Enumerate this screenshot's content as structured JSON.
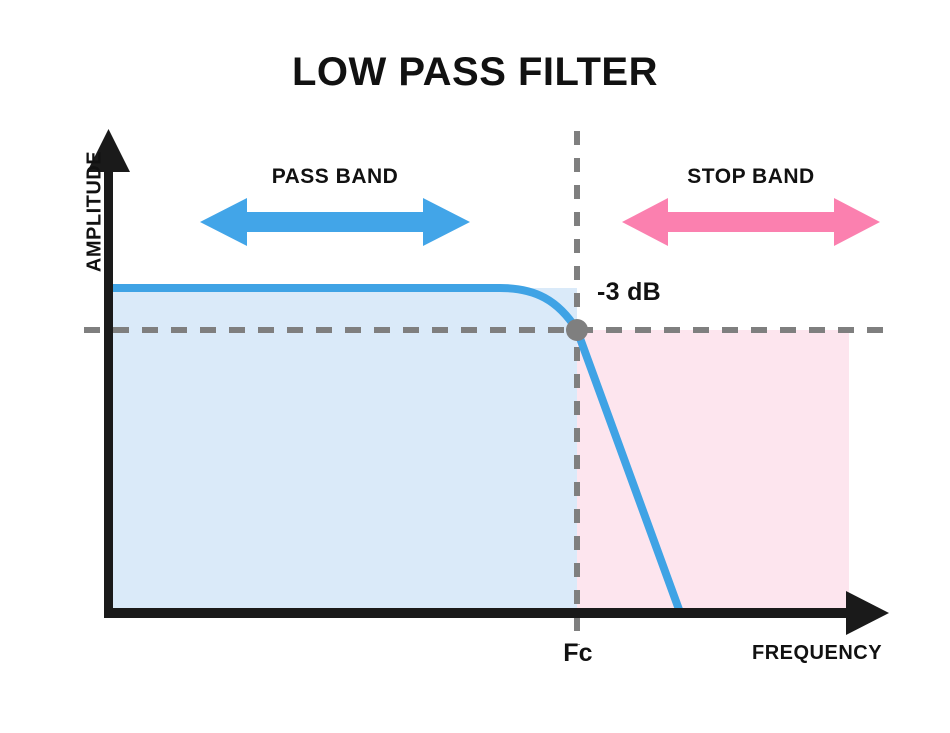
{
  "chart_data": {
    "type": "line",
    "title": "LOW PASS FILTER",
    "xlabel": "FREQUENCY",
    "ylabel": "AMPLITUDE",
    "grid": false,
    "legend": "none",
    "annotations": [
      {
        "name": "pass-band",
        "label": "PASS BAND",
        "color": "#42a5e8"
      },
      {
        "name": "stop-band",
        "label": "STOP BAND",
        "color": "#fb80af"
      },
      {
        "name": "cutoff-attenuation",
        "label": "-3 dB"
      },
      {
        "name": "cutoff-frequency",
        "label": "Fc"
      }
    ],
    "x": [
      0,
      0.2,
      0.4,
      0.5,
      0.55,
      0.58,
      0.6,
      0.62,
      0.64,
      0.66,
      0.7,
      0.8,
      0.9,
      1.0
    ],
    "values": [
      1.0,
      1.0,
      1.0,
      0.99,
      0.97,
      0.94,
      0.9,
      0.83,
      0.72,
      0.6,
      0.42,
      0.1,
      0.0,
      0.0
    ],
    "cutoff_x": 0.6,
    "cutoff_y": 0.9,
    "passband_amplitude": 1.0,
    "xlim": [
      0,
      1.0
    ],
    "ylim": [
      0,
      1.15
    ],
    "series_color": "#3fa3e5"
  },
  "title": "LOW PASS FILTER",
  "axes": {
    "y_label": "AMPLITUDE",
    "x_label": "FREQUENCY"
  },
  "bands": {
    "pass": {
      "label": "PASS BAND",
      "arrow_color": "#42a5e8",
      "fill_color": "#daeaf9"
    },
    "stop": {
      "label": "STOP BAND",
      "arrow_color": "#fb80af",
      "fill_color": "#fde5ee"
    }
  },
  "markers": {
    "cutoff_db": "-3 dB",
    "cutoff_freq": "Fc",
    "dot_color": "#7f7f7f",
    "dash_color": "#7f7f7f"
  },
  "colors": {
    "curve": "#3fa3e5",
    "axis": "#1a1a1a",
    "text": "#111111",
    "background": "#ffffff"
  }
}
